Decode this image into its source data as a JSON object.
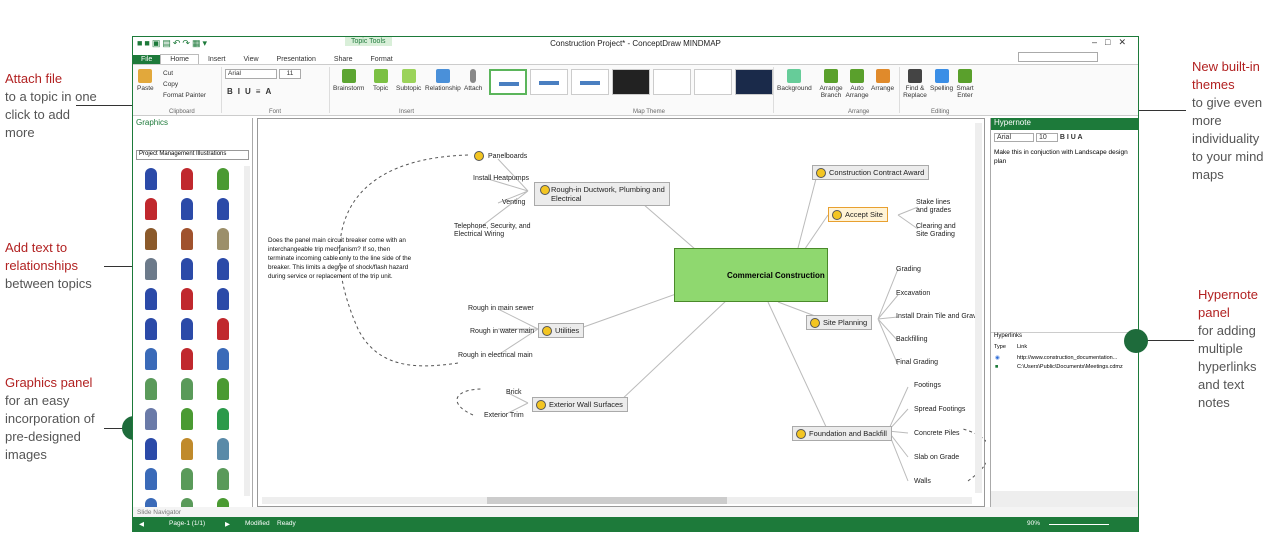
{
  "callouts": {
    "attach": {
      "title": "Attach file",
      "desc": "to a topic in one click to add more"
    },
    "relationships": {
      "title": "Add text to relationships",
      "desc": "between  topics"
    },
    "graphics": {
      "title": "Graphics panel",
      "desc": "for an easy incorporation of pre-designed images"
    },
    "themes": {
      "title": "New built-in themes",
      "desc": "to give even more individuality to your mind maps"
    },
    "hypernote": {
      "title": "Hypernote panel",
      "desc": "for adding multiple hyperlinks and text notes"
    }
  },
  "window": {
    "title": "Construction Project* - ConceptDraw MINDMAP",
    "context_tab": "Topic Tools"
  },
  "tabs": [
    "File",
    "Home",
    "Insert",
    "View",
    "Presentation",
    "Share",
    "Format"
  ],
  "ribbon": {
    "paste": "Paste",
    "cut": "Cut",
    "copy": "Copy",
    "format_painter": "Format Painter",
    "font_name": "Arial",
    "font_size": "11",
    "brainstorm": "Brainstorm",
    "topic": "Topic",
    "subtopic": "Subtopic",
    "relationship": "Relationship",
    "attach": "Attach",
    "background": "Background",
    "arrange_branch": "Arrange Branch",
    "auto_arrange": "Auto Arrange",
    "arrange": "Arrange",
    "find_replace": "Find & Replace",
    "spelling": "Spelling",
    "smart_enter": "Smart Enter",
    "groups": {
      "clipboard": "Clipboard",
      "font": "Font",
      "insert": "Insert",
      "map_theme": "Map Theme",
      "arrange": "Arrange",
      "editing": "Editing"
    }
  },
  "graphics_panel": {
    "title": "Graphics",
    "library": "Project Management Illustrations"
  },
  "map": {
    "central": "Commercial Construction",
    "note": "Does the panel main circuit breaker come with an interchangeable trip mechanism? If so, then terminate incoming cable only to the line side of the breaker. This limits a degree of shock/flash hazard during service or replacement of the trip unit.",
    "topics": {
      "ductwork": "Rough-in Ductwork, Plumbing and Electrical",
      "utilities": "Utilities",
      "exterior": "Exterior Wall Surfaces",
      "contract": "Construction Contract Award",
      "accept": "Accept Site",
      "planning": "Site Planning",
      "foundation": "Foundation and Backfill"
    },
    "subs": {
      "panelboards": "Panelboards",
      "heatpumps": "Install Heatpumps",
      "venting": "Venting",
      "telephone": "Telephone, Security, and Electrical Wiring",
      "sewer": "Rough in main sewer",
      "water": "Rough in water main",
      "elec": "Rough in electrical main",
      "brick": "Brick",
      "trim": "Exterior Trim",
      "stake": "Stake lines and grades",
      "clearing": "Clearing and Site Grading",
      "grading": "Grading",
      "excavation": "Excavation",
      "drain": "Install Drain Tile and Gravel",
      "backfilling": "Backfilling",
      "final": "Final Grading",
      "footings": "Footings",
      "spread": "Spread Footings",
      "piles": "Concrete Piles",
      "slab": "Slab on Grade",
      "walls": "Walls"
    }
  },
  "hypernote": {
    "title": "Hypernote",
    "font": "Arial",
    "size": "10",
    "text": "Make this in conjuction with Landscape design plan",
    "hyperlinks_label": "Hyperlinks",
    "col_type": "Type",
    "col_link": "Link",
    "links": [
      "http://www.construction_documentation...",
      "C:\\Users\\Public\\Documents\\Meetings.cdmz"
    ]
  },
  "slide_navigator": "Slide Navigator",
  "status": {
    "page": "Page-1 (1/1)",
    "modified": "Modified",
    "ready": "Ready",
    "zoom": "90%"
  },
  "colors": {
    "brand": "#1d7a3a",
    "central": "#8fd86f",
    "callout_title": "#b22222"
  }
}
